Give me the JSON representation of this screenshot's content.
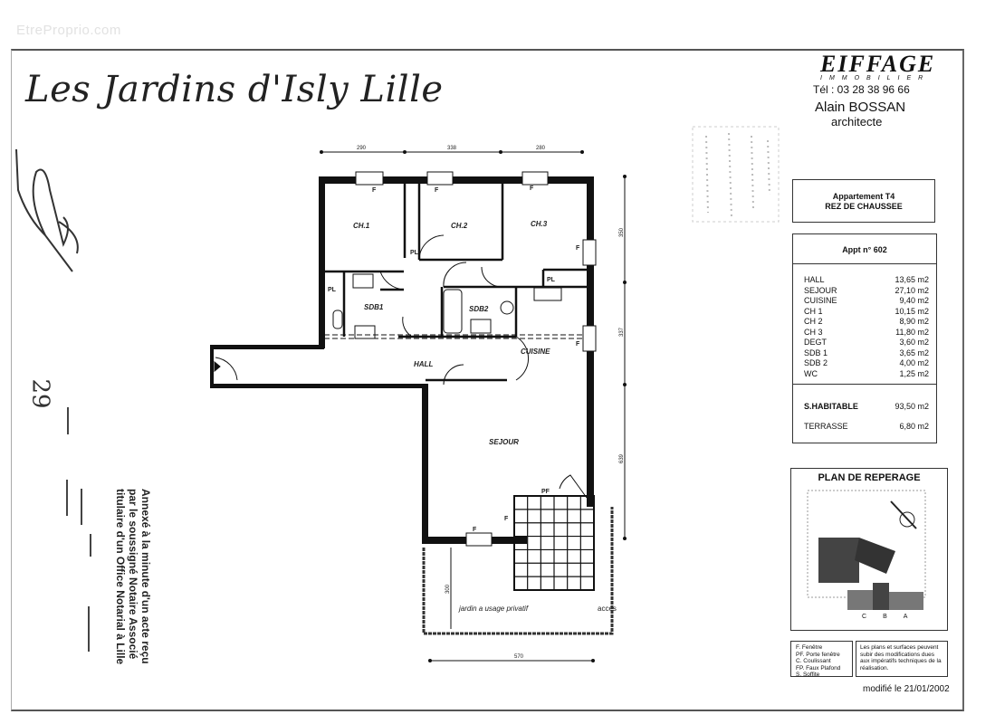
{
  "watermark": "EtreProprio.com",
  "title": "Les Jardins d'Isly  Lille",
  "header": {
    "brand": "EIFFAGE",
    "brand_sub": "IMMOBILIER",
    "phone": "Tél : 03 28 38 96 66",
    "architect_name": "Alain BOSSAN",
    "architect_role": "architecte"
  },
  "apartment": {
    "type": "Appartement T4",
    "floor": "REZ DE CHAUSSEE",
    "number": "Appt n° 602",
    "rooms": [
      {
        "name": "HALL",
        "area": "13,65 m2"
      },
      {
        "name": "SEJOUR",
        "area": "27,10 m2"
      },
      {
        "name": "CUISINE",
        "area": "9,40 m2"
      },
      {
        "name": "CH 1",
        "area": "10,15 m2"
      },
      {
        "name": "CH 2",
        "area": "8,90 m2"
      },
      {
        "name": "CH 3",
        "area": "11,80 m2"
      },
      {
        "name": "DEGT",
        "area": "3,60 m2"
      },
      {
        "name": "SDB 1",
        "area": "3,65 m2"
      },
      {
        "name": "SDB 2",
        "area": "4,00 m2"
      },
      {
        "name": "WC",
        "area": "1,25 m2"
      }
    ],
    "living_area_label": "S.HABITABLE",
    "living_area": "93,50 m2",
    "terrace_label": "TERRASSE",
    "terrace_area": "6,80 m2"
  },
  "site_plan": {
    "title": "PLAN DE REPERAGE",
    "buildings": [
      "C",
      "B",
      "A"
    ]
  },
  "legend": [
    "F.  Fenêtre",
    "PF. Porte fenêtre",
    "C.  Coulissant",
    "FP. Faux Plafond",
    "S.  Soffite"
  ],
  "disclaimer": "Les plans et surfaces peuvent subir des modifications dues aux impératifs techniques de la réalisation.",
  "modified": "modifié le 21/01/2002",
  "notary": [
    "Annexé à la minute d'un acte reçu",
    "par le soussigné Notaire Associé",
    "titulaire d'un Office Notarial à Lille"
  ],
  "page_number": "29",
  "plan": {
    "rooms": {
      "ch1": "CH.1",
      "ch2": "CH.2",
      "ch3": "CH.3",
      "sdb1": "SDB1",
      "sdb2": "SDB2",
      "cuisine": "CUISINE",
      "hall": "HALL",
      "sejour": "SEJOUR"
    },
    "marks": {
      "pl": "PL",
      "f": "F",
      "pf": "PF"
    },
    "dimensions": {
      "top": [
        "290",
        "338",
        "280"
      ],
      "right": [
        "350",
        "337",
        "639"
      ],
      "garden_depth": "300",
      "garden_width": "570"
    },
    "garden": "jardin a usage privatif",
    "access": "acces"
  }
}
